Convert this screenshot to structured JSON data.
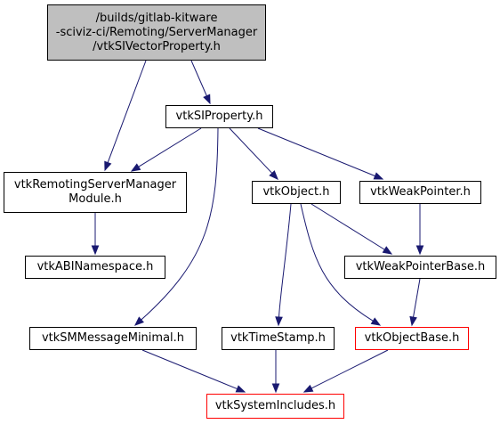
{
  "colors": {
    "edge": "#191970",
    "root_fill": "#bfbfbf",
    "incomplete_border": "#ff0000",
    "border": "#000000"
  },
  "nodes": {
    "root": {
      "lines": [
        "/builds/gitlab-kitware",
        "-sciviz-ci/Remoting/ServerManager",
        "/vtkSIVectorProperty.h"
      ]
    },
    "siproperty": {
      "lines": [
        "vtkSIProperty.h"
      ]
    },
    "remoting_module": {
      "lines": [
        "vtkRemotingServerManager",
        "Module.h"
      ]
    },
    "abi_namespace": {
      "lines": [
        "vtkABINamespace.h"
      ]
    },
    "vtkobject": {
      "lines": [
        "vtkObject.h"
      ]
    },
    "weakpointer": {
      "lines": [
        "vtkWeakPointer.h"
      ]
    },
    "weakpointerbase": {
      "lines": [
        "vtkWeakPointerBase.h"
      ]
    },
    "smmessage": {
      "lines": [
        "vtkSMMessageMinimal.h"
      ]
    },
    "timestamp": {
      "lines": [
        "vtkTimeStamp.h"
      ]
    },
    "objectbase": {
      "lines": [
        "vtkObjectBase.h"
      ]
    },
    "systemincludes": {
      "lines": [
        "vtkSystemIncludes.h"
      ]
    }
  },
  "edges": [
    {
      "from": "root",
      "to": "siproperty"
    },
    {
      "from": "root",
      "to": "remoting_module"
    },
    {
      "from": "siproperty",
      "to": "remoting_module"
    },
    {
      "from": "siproperty",
      "to": "vtkobject"
    },
    {
      "from": "siproperty",
      "to": "weakpointer"
    },
    {
      "from": "siproperty",
      "to": "smmessage"
    },
    {
      "from": "remoting_module",
      "to": "abi_namespace"
    },
    {
      "from": "vtkobject",
      "to": "weakpointerbase"
    },
    {
      "from": "vtkobject",
      "to": "timestamp"
    },
    {
      "from": "vtkobject",
      "to": "objectbase"
    },
    {
      "from": "weakpointer",
      "to": "weakpointerbase"
    },
    {
      "from": "weakpointerbase",
      "to": "objectbase"
    },
    {
      "from": "smmessage",
      "to": "systemincludes"
    },
    {
      "from": "timestamp",
      "to": "systemincludes"
    },
    {
      "from": "objectbase",
      "to": "systemincludes"
    }
  ]
}
